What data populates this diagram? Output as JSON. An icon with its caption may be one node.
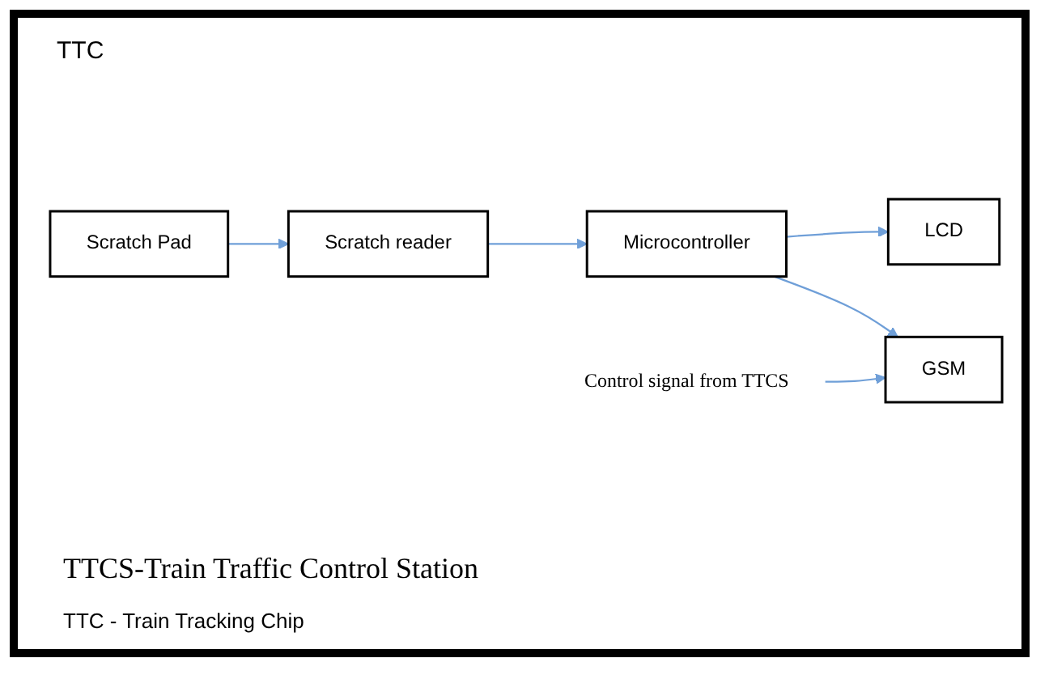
{
  "diagram": {
    "nodes": [
      {
        "text": [
          "Scratch Pad"
        ]
      },
      {
        "text": [
          "LCD"
        ]
      },
      {
        "text": [
          "Scratch reader"
        ]
      },
      {
        "text": [
          "Microcontroller"
        ]
      },
      {
        "text": [
          "GSM"
        ]
      },
      {
        "text": [
          "Control signal from TTCS"
        ]
      }
    ],
    "edges": [
      {
        "from": 0,
        "to": 2,
        "arrow": "to"
      },
      {
        "from": 2,
        "to": 3,
        "arrow": "to"
      },
      {
        "from": 3,
        "to": 1,
        "arrow": "to"
      },
      {
        "from": 3,
        "to": 4,
        "arrow": "to"
      },
      {
        "from": 5,
        "to": 4,
        "arrow": "to"
      }
    ],
    "labels": [
      "TTC",
      "TTCS-Train Traffic Control Station",
      "TTC - Train Tracking Chip"
    ]
  }
}
